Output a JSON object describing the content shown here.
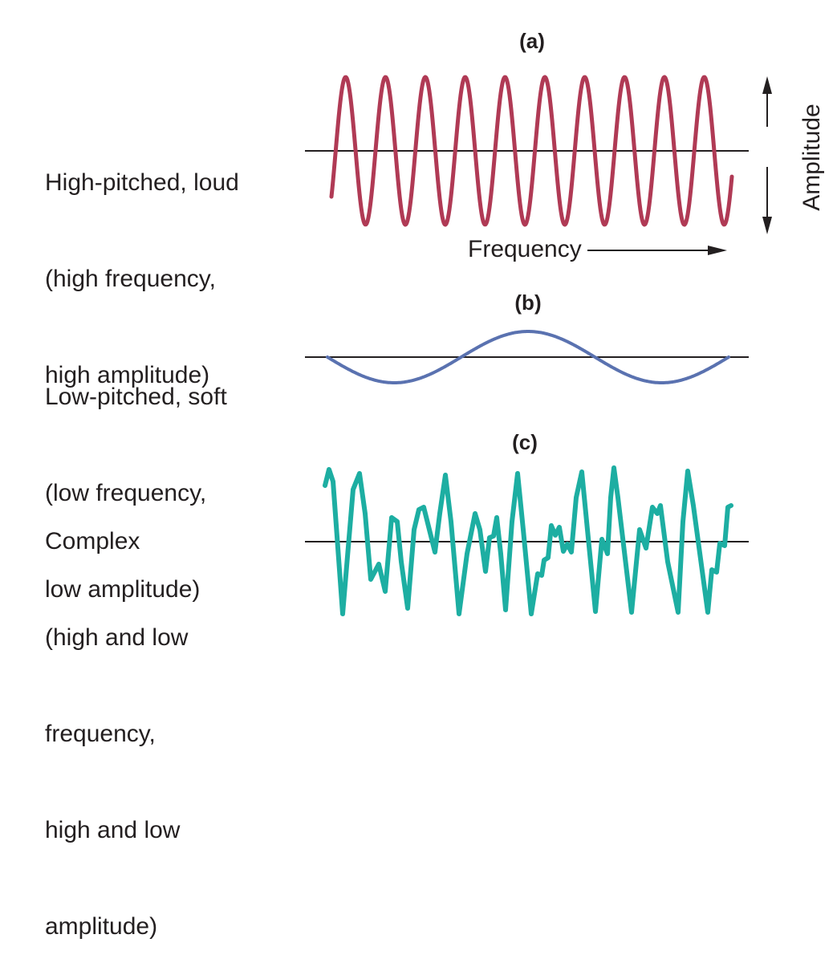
{
  "colors": {
    "high_wave": "#b03a55",
    "low_wave": "#5a72b0",
    "complex_wave": "#1daea2",
    "axis": "#231f20"
  },
  "panels": [
    {
      "id": "a",
      "label": "(a)",
      "description_lines": [
        "High-pitched, loud",
        "(high frequency,",
        "high amplitude)"
      ],
      "wave": {
        "type": "sine",
        "frequency": "high",
        "amplitude": "high",
        "cycles": 10
      }
    },
    {
      "id": "b",
      "label": "(b)",
      "description_lines": [
        "Low-pitched, soft",
        "(low frequency,",
        "low amplitude)"
      ],
      "wave": {
        "type": "sine",
        "frequency": "low",
        "amplitude": "low",
        "cycles": 1
      }
    },
    {
      "id": "c",
      "label": "(c)",
      "description_lines": [
        "Complex",
        "(high and low",
        "frequency,",
        "high and low",
        "amplitude)"
      ],
      "wave": {
        "type": "complex",
        "frequency": "mixed",
        "amplitude": "mixed"
      }
    }
  ],
  "axes": {
    "frequency_label": "Frequency",
    "amplitude_label": "Amplitude"
  }
}
